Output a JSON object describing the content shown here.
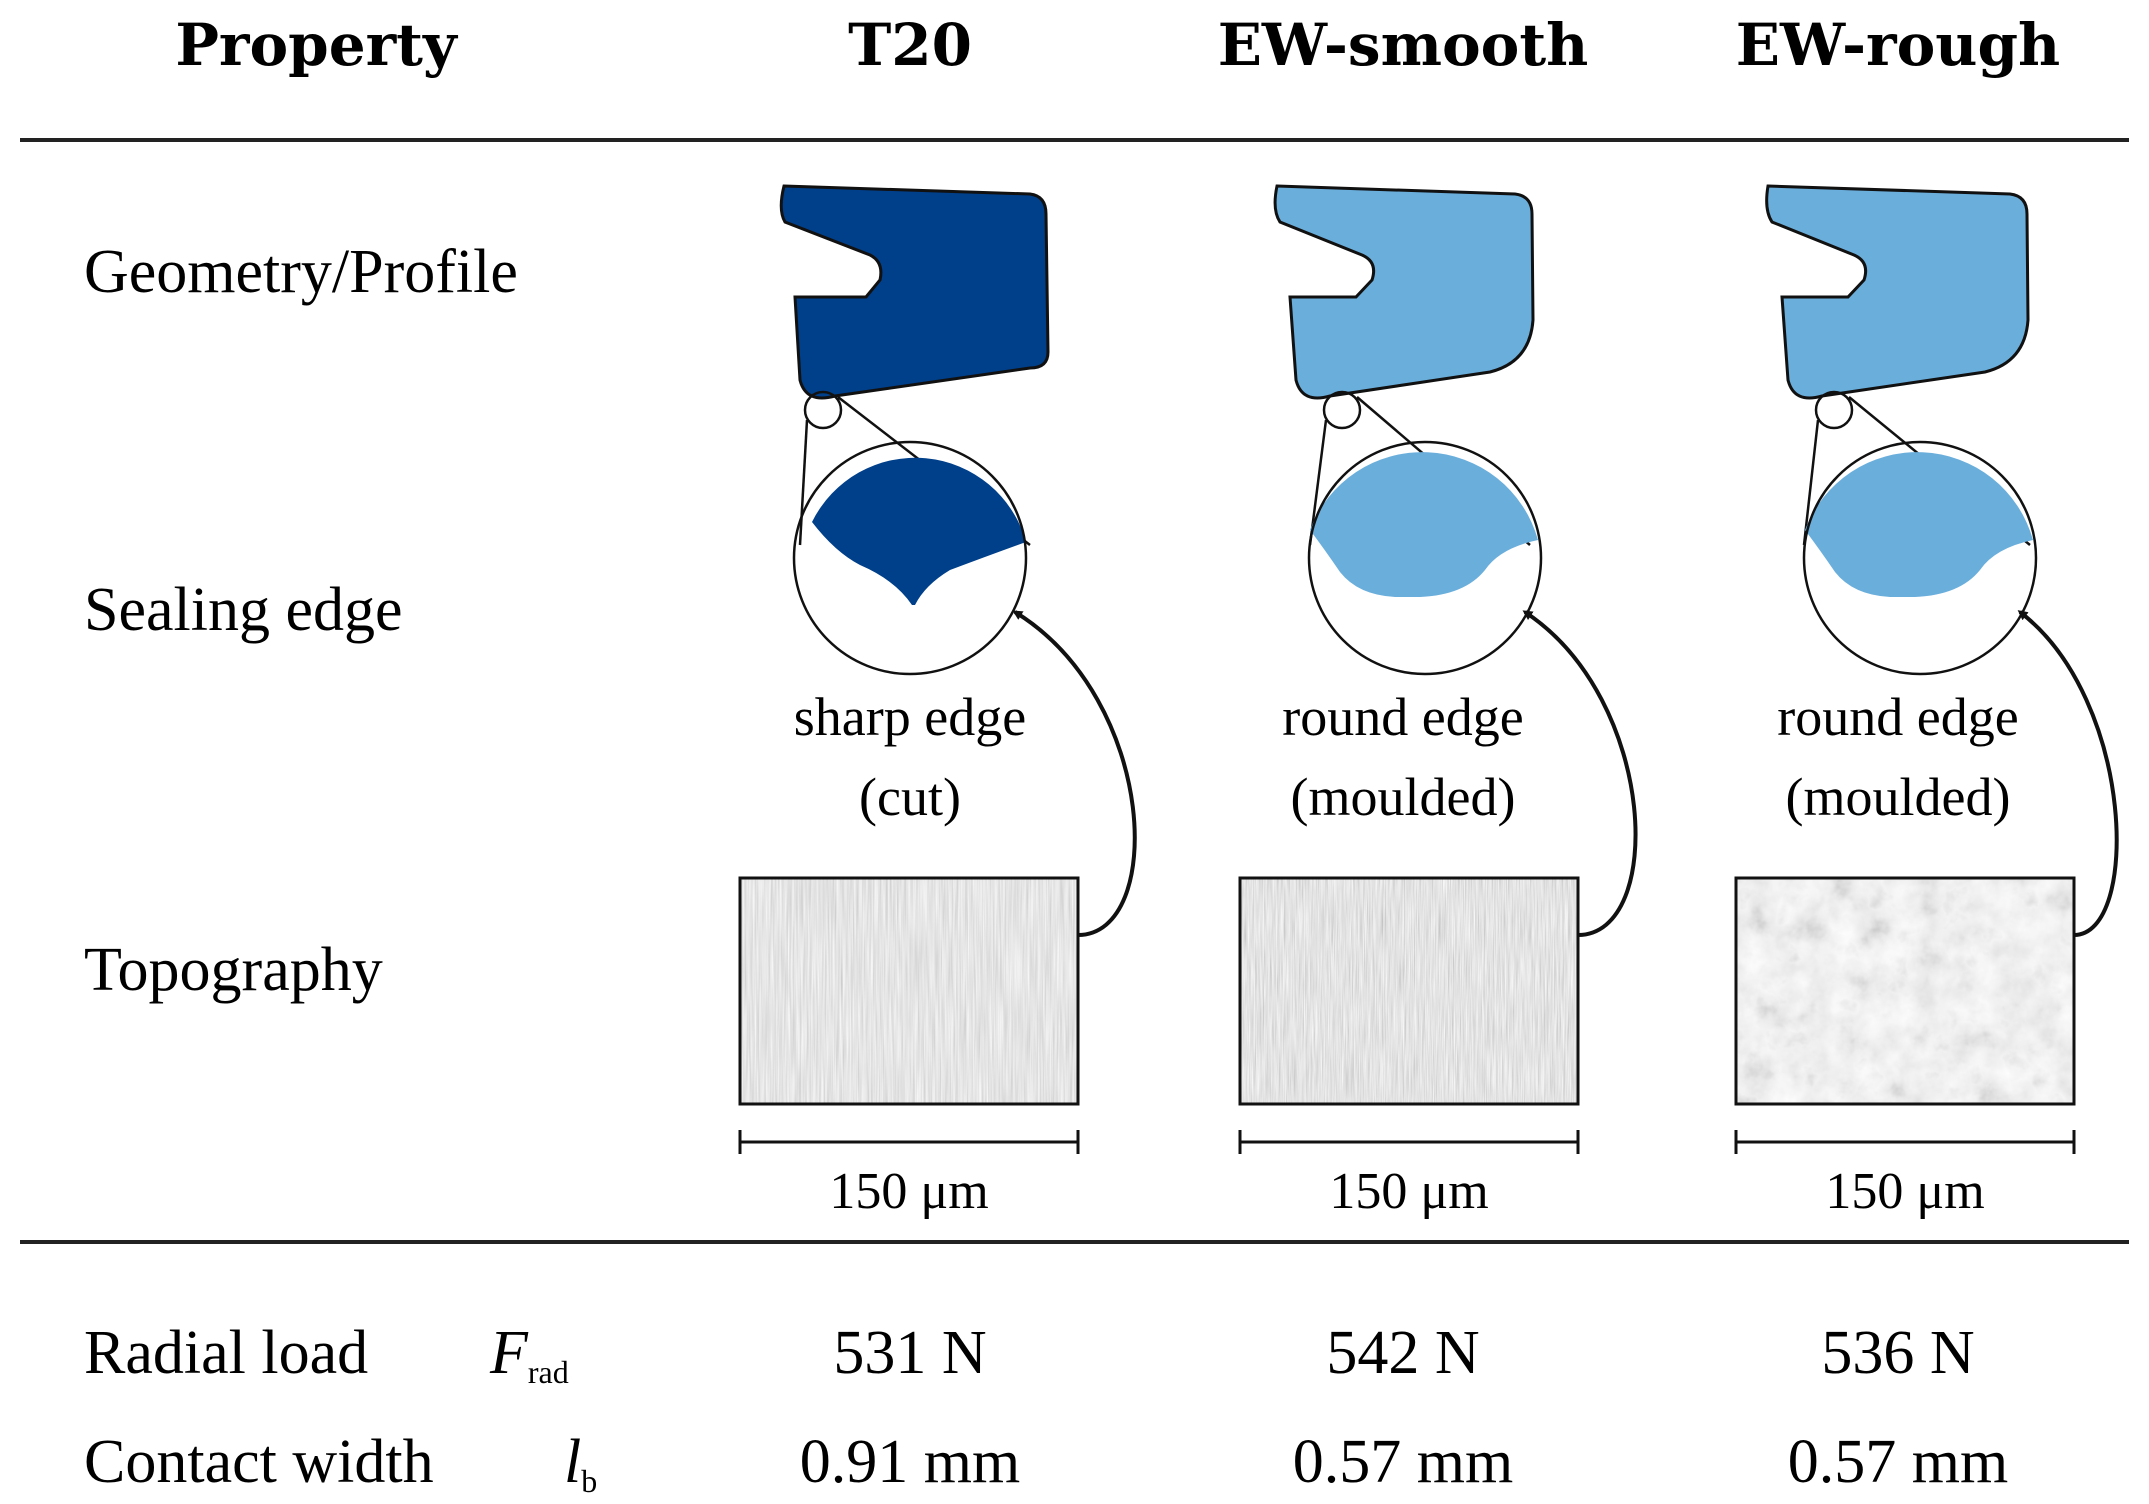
{
  "columns": [
    {
      "header": "Property"
    },
    {
      "header": "T20",
      "profile_color": "#003F8A",
      "edge_label_1": "sharp edge",
      "edge_label_2": "(cut)",
      "scale_label": "150 μm",
      "radial_load": "531 N",
      "contact_width": "0.91 mm"
    },
    {
      "header": "EW-smooth",
      "profile_color": "#6AAEDC",
      "edge_label_1": "round edge",
      "edge_label_2": "(moulded)",
      "scale_label": "150 μm",
      "radial_load": "542 N",
      "contact_width": "0.57 mm"
    },
    {
      "header": "EW-rough",
      "profile_color": "#6AAEDC",
      "edge_label_1": "round edge",
      "edge_label_2": "(moulded)",
      "scale_label": "150 μm",
      "radial_load": "536 N",
      "contact_width": "0.57 mm"
    }
  ],
  "rows": {
    "geometry": "Geometry/Profile",
    "sealing_edge": "Sealing edge",
    "topography": "Topography",
    "radial_load": "Radial load",
    "radial_load_symbol": "F",
    "radial_load_sub": "rad",
    "contact_width": "Contact width",
    "contact_width_symbol": "l",
    "contact_width_sub": "b"
  },
  "colors": {
    "rule": "#222222",
    "outline": "#111111"
  }
}
